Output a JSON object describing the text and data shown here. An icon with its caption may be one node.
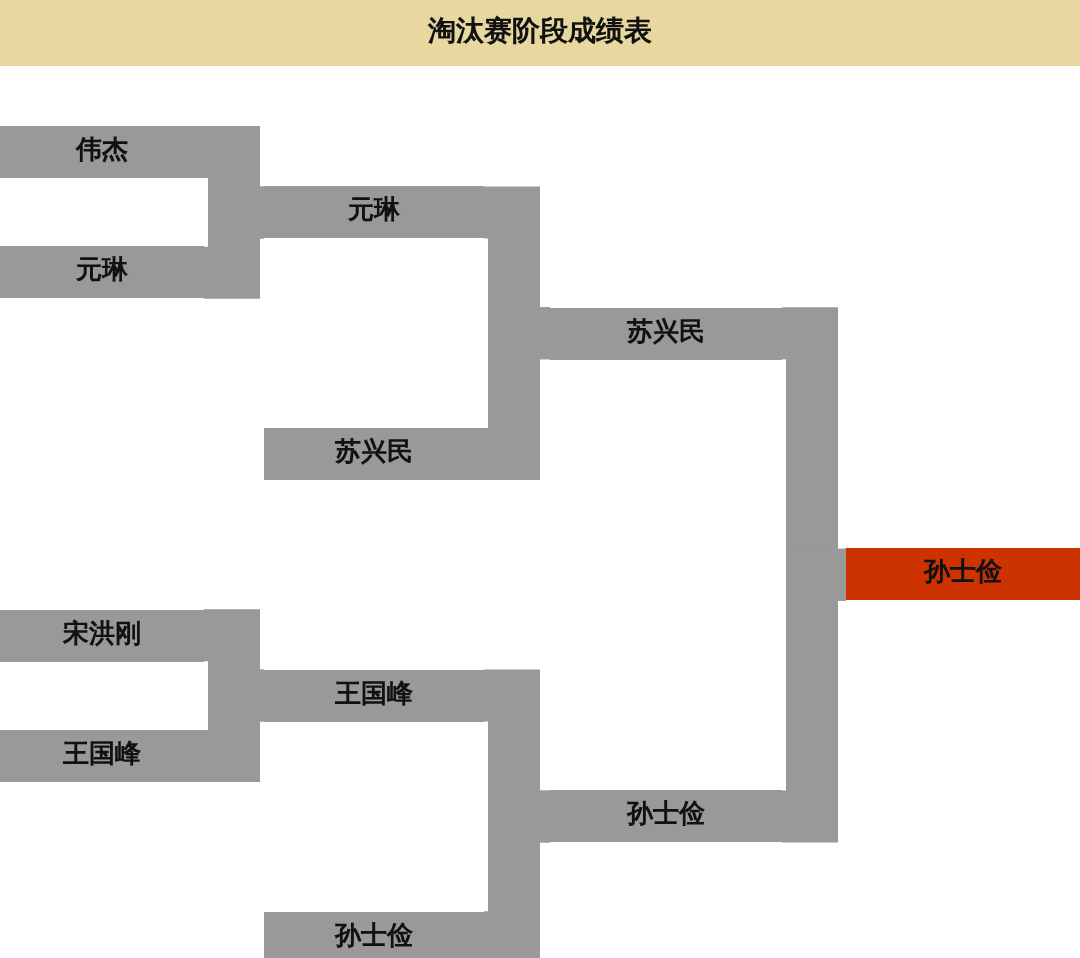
{
  "diagram": {
    "title": "淘汰赛阶段成绩表",
    "nodes": [
      {
        "text": [
          "伟杰"
        ]
      },
      {
        "text": [
          "元琳"
        ]
      },
      {
        "text": [
          "元琳"
        ]
      },
      {
        "text": [
          "苏兴民"
        ]
      },
      {
        "text": [
          "苏兴民"
        ]
      },
      {
        "text": [
          "孙士俭"
        ]
      },
      {
        "text": [
          "宋洪刚"
        ]
      },
      {
        "text": [
          "王国峰"
        ]
      },
      {
        "text": [
          "王国峰"
        ]
      },
      {
        "text": [
          "孙士俭"
        ]
      },
      {
        "text": [
          "孙士俭"
        ]
      }
    ],
    "edges": [
      {
        "from": 0,
        "to": 1,
        "arrow": "none"
      },
      {
        "from": 2,
        "to": 1,
        "arrow": "none"
      },
      {
        "from": 1,
        "to": 3,
        "arrow": "none"
      },
      {
        "from": 4,
        "to": 3,
        "arrow": "none"
      },
      {
        "from": 3,
        "to": 5,
        "arrow": "none"
      },
      {
        "from": 9,
        "to": 5,
        "arrow": "none"
      },
      {
        "from": 6,
        "to": 7,
        "arrow": "none"
      },
      {
        "from": 8,
        "to": 7,
        "arrow": "none"
      },
      {
        "from": 7,
        "to": 9,
        "arrow": "none"
      },
      {
        "from": 10,
        "to": 9,
        "arrow": "none"
      }
    ]
  }
}
